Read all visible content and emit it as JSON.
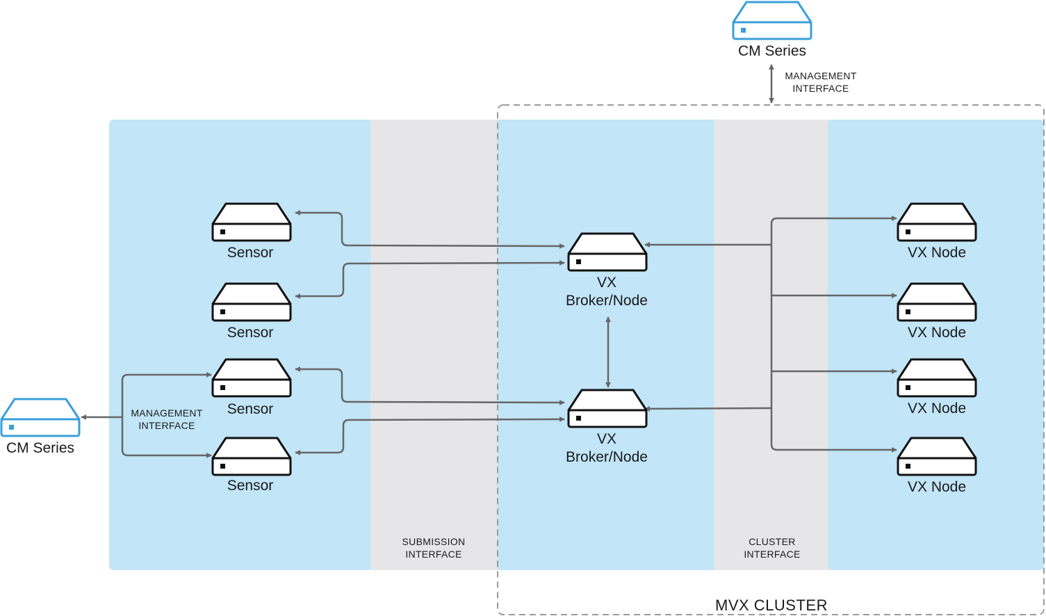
{
  "colors": {
    "zone_blue": "#c2e5f8",
    "zone_gray": "#e6e6e8",
    "wire": "#666666",
    "device_dark": "#111111",
    "device_accent": "#3a9fd8",
    "cluster_border": "#9a9a9a"
  },
  "icons": {
    "appliance": "server-appliance-icon"
  },
  "zones": {
    "submission_line1": "SUBMISSION",
    "submission_line2": "INTERFACE",
    "cluster_line1": "CLUSTER",
    "cluster_line2": "INTERFACE"
  },
  "cluster": {
    "title": "MVX CLUSTER"
  },
  "cm_top": {
    "label": "CM Series",
    "mgmt_line1": "MANAGEMENT",
    "mgmt_line2": "INTERFACE"
  },
  "cm_left": {
    "label": "CM Series",
    "mgmt_line1": "MANAGEMENT",
    "mgmt_line2": "INTERFACE"
  },
  "sensors": [
    {
      "label": "Sensor"
    },
    {
      "label": "Sensor"
    },
    {
      "label": "Sensor"
    },
    {
      "label": "Sensor"
    }
  ],
  "brokers": [
    {
      "line1": "VX",
      "line2": "Broker/Node"
    },
    {
      "line1": "VX",
      "line2": "Broker/Node"
    }
  ],
  "vx_nodes": [
    {
      "label": "VX Node"
    },
    {
      "label": "VX Node"
    },
    {
      "label": "VX Node"
    },
    {
      "label": "VX Node"
    }
  ]
}
